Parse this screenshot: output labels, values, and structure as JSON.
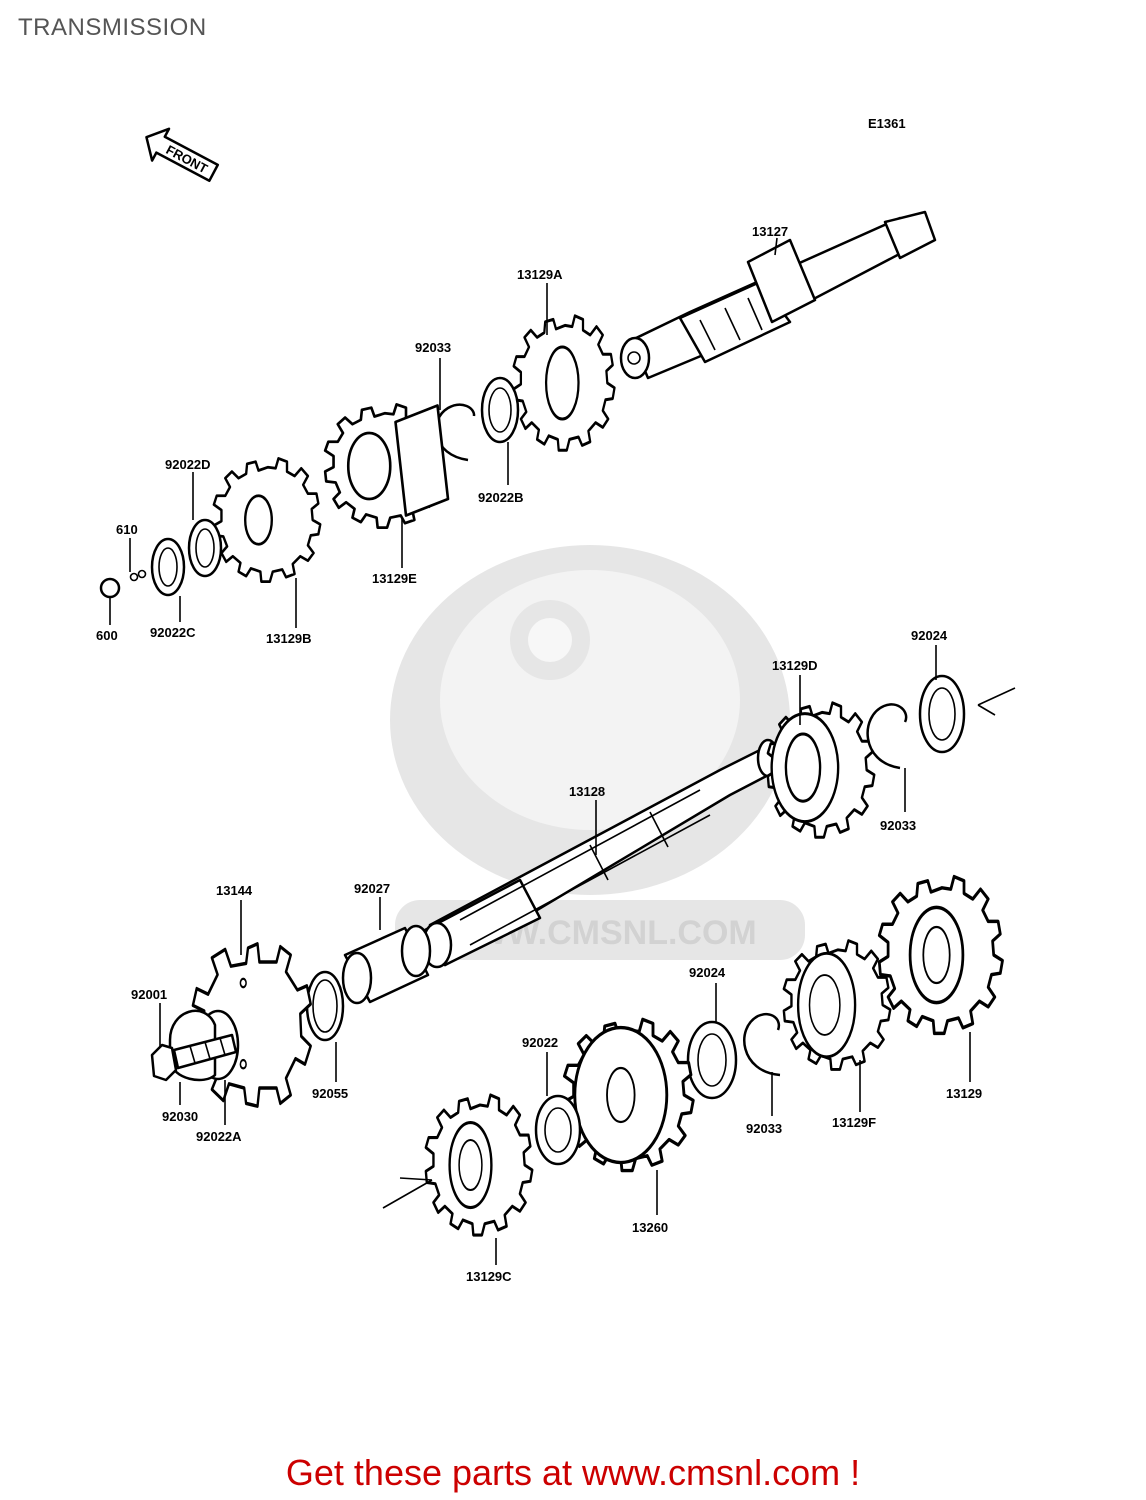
{
  "header": {
    "title": "TRANSMISSION"
  },
  "figure": {
    "code": "E1361",
    "front_label": "FRONT",
    "watermark_url": "WWW.CMSNL.COM",
    "part_labels": {
      "p13127": "13127",
      "p13129A": "13129A",
      "p92033_top": "92033",
      "p92022D": "92022D",
      "p610": "610",
      "p600": "600",
      "p92022C": "92022C",
      "p13129B": "13129B",
      "p13129E": "13129E",
      "p92022B": "92022B",
      "p92024_right": "92024",
      "p13129D": "13129D",
      "p92033_right": "92033",
      "p13128": "13128",
      "p13144": "13144",
      "p92027": "92027",
      "p92001": "92001",
      "p92030": "92030",
      "p92022A": "92022A",
      "p92055": "92055",
      "p92024_bottom": "92024",
      "p92022": "92022",
      "p13260": "13260",
      "p13129C": "13129C",
      "p92033_bottom": "92033",
      "p13129F": "13129F",
      "p13129": "13129"
    }
  },
  "footer": {
    "text": "Get these parts at www.cmsnl.com !"
  }
}
